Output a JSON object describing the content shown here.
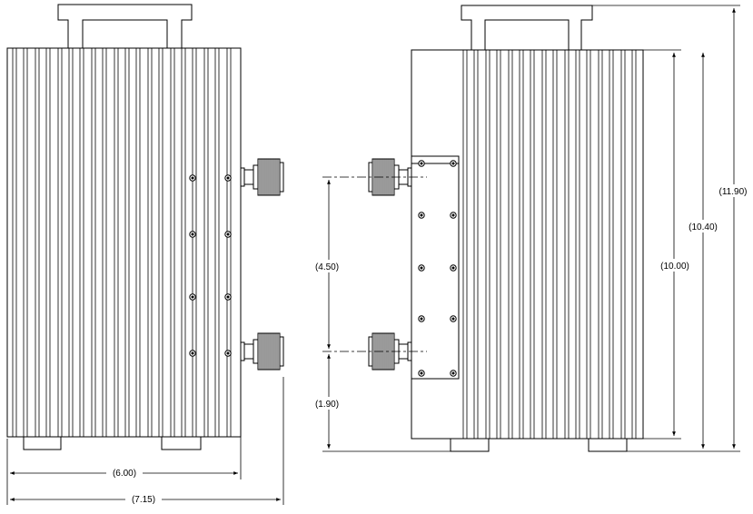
{
  "drawing": {
    "dimensions": {
      "width_6": "(6.00)",
      "width_7": "(7.15)",
      "port_spacing": "(4.50)",
      "port_offset": "(1.90)",
      "height_10": "(10.00)",
      "height_1040": "(10.40)",
      "height_1190": "(11.90)"
    },
    "colors": {
      "line": "#000000",
      "background": "#ffffff",
      "body_fill": "#ffffff"
    }
  }
}
